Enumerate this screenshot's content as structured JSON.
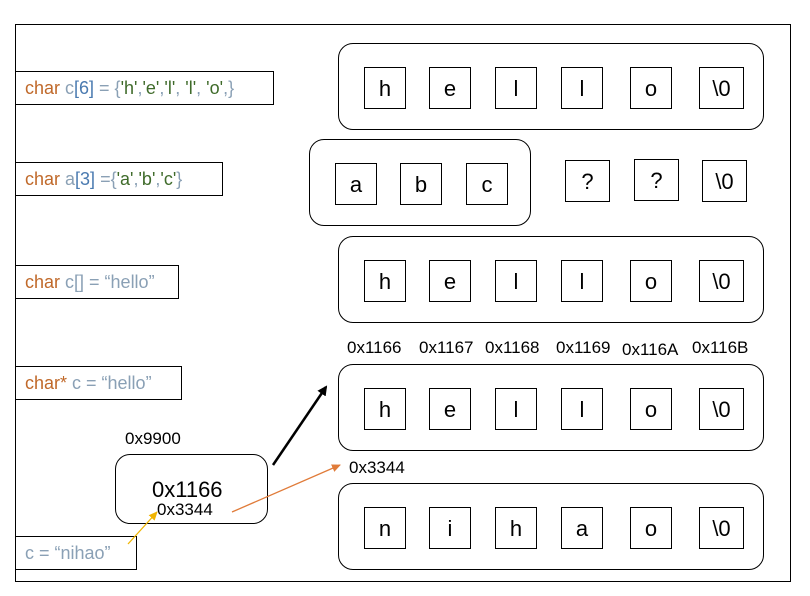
{
  "declarations": [
    {
      "id": "decl-c6",
      "tokens": [
        {
          "text": "char ",
          "color": "#c0692a"
        },
        {
          "text": "c",
          "color": "#8aa0b5"
        },
        {
          "text": "[6]",
          "color": "#4a7ab0"
        },
        {
          "text": " = {",
          "color": "#8aa0b5"
        },
        {
          "text": "'h'",
          "color": "#3f6b2a"
        },
        {
          "text": ",",
          "color": "#8aa0b5"
        },
        {
          "text": "'e'",
          "color": "#3f6b2a"
        },
        {
          "text": ",",
          "color": "#8aa0b5"
        },
        {
          "text": "'l'",
          "color": "#3f6b2a"
        },
        {
          "text": ", ",
          "color": "#8aa0b5"
        },
        {
          "text": "'l'",
          "color": "#3f6b2a"
        },
        {
          "text": ", ",
          "color": "#8aa0b5"
        },
        {
          "text": "'o'",
          "color": "#3f6b2a"
        },
        {
          "text": ",}",
          "color": "#8aa0b5"
        }
      ]
    },
    {
      "id": "decl-a3",
      "tokens": [
        {
          "text": "char ",
          "color": "#c0692a"
        },
        {
          "text": "a",
          "color": "#8aa0b5"
        },
        {
          "text": "[3]",
          "color": "#4a7ab0"
        },
        {
          "text": " ={",
          "color": "#8aa0b5"
        },
        {
          "text": "'a'",
          "color": "#3f6b2a"
        },
        {
          "text": ",",
          "color": "#8aa0b5"
        },
        {
          "text": "'b'",
          "color": "#3f6b2a"
        },
        {
          "text": ",",
          "color": "#8aa0b5"
        },
        {
          "text": "'c'",
          "color": "#3f6b2a"
        },
        {
          "text": "}",
          "color": "#8aa0b5"
        }
      ]
    },
    {
      "id": "decl-c-array",
      "tokens": [
        {
          "text": "char ",
          "color": "#c0692a"
        },
        {
          "text": "c[] = “hello”",
          "color": "#8aa0b5"
        }
      ]
    },
    {
      "id": "decl-c-pointer",
      "tokens": [
        {
          "text": "char* ",
          "color": "#c0692a"
        },
        {
          "text": "c = “hello”",
          "color": "#8aa0b5"
        }
      ]
    },
    {
      "id": "decl-c-assign",
      "tokens": [
        {
          "text": "c = “nihao”",
          "color": "#8aa0b5"
        }
      ]
    }
  ],
  "rows": [
    {
      "id": "row-hello-1",
      "cells": [
        "h",
        "e",
        "l",
        "l",
        "o",
        "\\0"
      ]
    },
    {
      "id": "row-abc",
      "cells": [
        "a",
        "b",
        "c"
      ],
      "trailing": [
        "?",
        "?",
        "\\0"
      ]
    },
    {
      "id": "row-hello-2",
      "cells": [
        "h",
        "e",
        "l",
        "l",
        "o",
        "\\0"
      ]
    },
    {
      "id": "row-hello-3",
      "cells": [
        "h",
        "e",
        "l",
        "l",
        "o",
        "\\0"
      ]
    },
    {
      "id": "row-nihao",
      "cells": [
        "n",
        "i",
        "h",
        "a",
        "o",
        "\\0"
      ]
    }
  ],
  "addresses": [
    "0x1166",
    "0x1167",
    "0x1168",
    "0x1169",
    "0x116A",
    "0x116B"
  ],
  "pointer_box": {
    "address": "0x9900",
    "old_value": "0x1166",
    "new_value": "0x3344"
  },
  "nihao_address": "0x3344",
  "colors": {
    "keyword": "#c0692a",
    "identifier": "#8aa0b5",
    "index": "#4a7ab0",
    "char_literal": "#3f6b2a",
    "arrow_old": "#000000",
    "arrow_new": "#e07b39",
    "arrow_assign": "#f0b400"
  }
}
